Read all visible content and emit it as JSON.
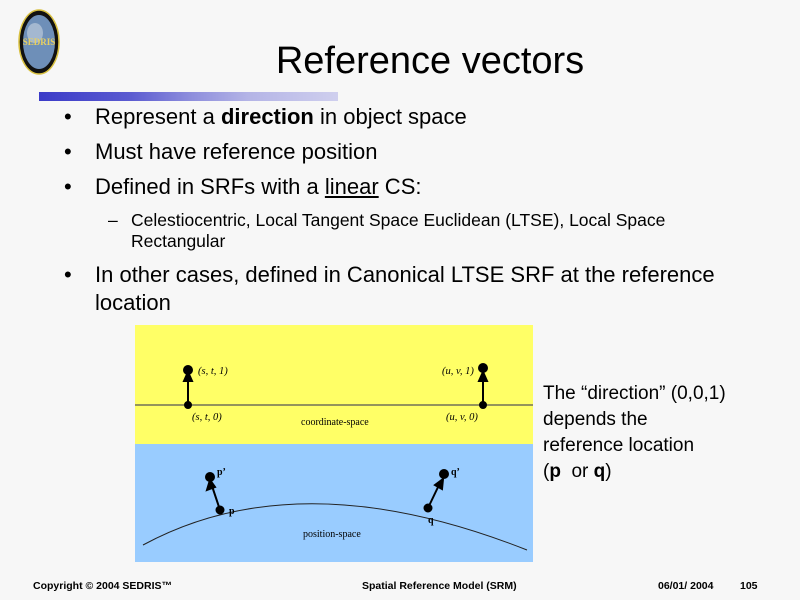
{
  "logo_text": "SEDRIS",
  "title": "Reference vectors",
  "bullets": [
    {
      "pre": "Represent a ",
      "bold": "direction",
      "post": " in object space"
    },
    {
      "text": "Must have reference position"
    },
    {
      "pre": "Defined in SRFs with a ",
      "under": "linear",
      "post": " CS:"
    },
    {
      "text": "In other cases, defined in Canonical LTSE SRF at the reference location"
    }
  ],
  "sub_bullet": "Celestiocentric, Local Tangent Space Euclidean (LTSE), Local Space Rectangular",
  "diagram": {
    "labels": {
      "st1": "(s, t, 1)",
      "st0": "(s, t, 0)",
      "uv1": "(u, v, 1)",
      "uv0": "(u, v, 0)",
      "coord": "coordinate-space",
      "pos": "position-space",
      "p": "p",
      "pp": "p’",
      "q": "q",
      "qp": "q’"
    },
    "colors": {
      "coordinate_space": "#ffff66",
      "position_space": "#99ccff"
    }
  },
  "side_note": {
    "line1": "The “direction” (0,0,1)",
    "line2": "depends the",
    "line3": "reference location",
    "open": "(",
    "p": "p",
    "or": "  or ",
    "q": "q",
    "close": ")"
  },
  "footer": {
    "copyright": "Copyright © 2004 SEDRIS™",
    "center": "Spatial Reference Model (SRM)",
    "date": "06/01/ 2004",
    "page": "105"
  }
}
